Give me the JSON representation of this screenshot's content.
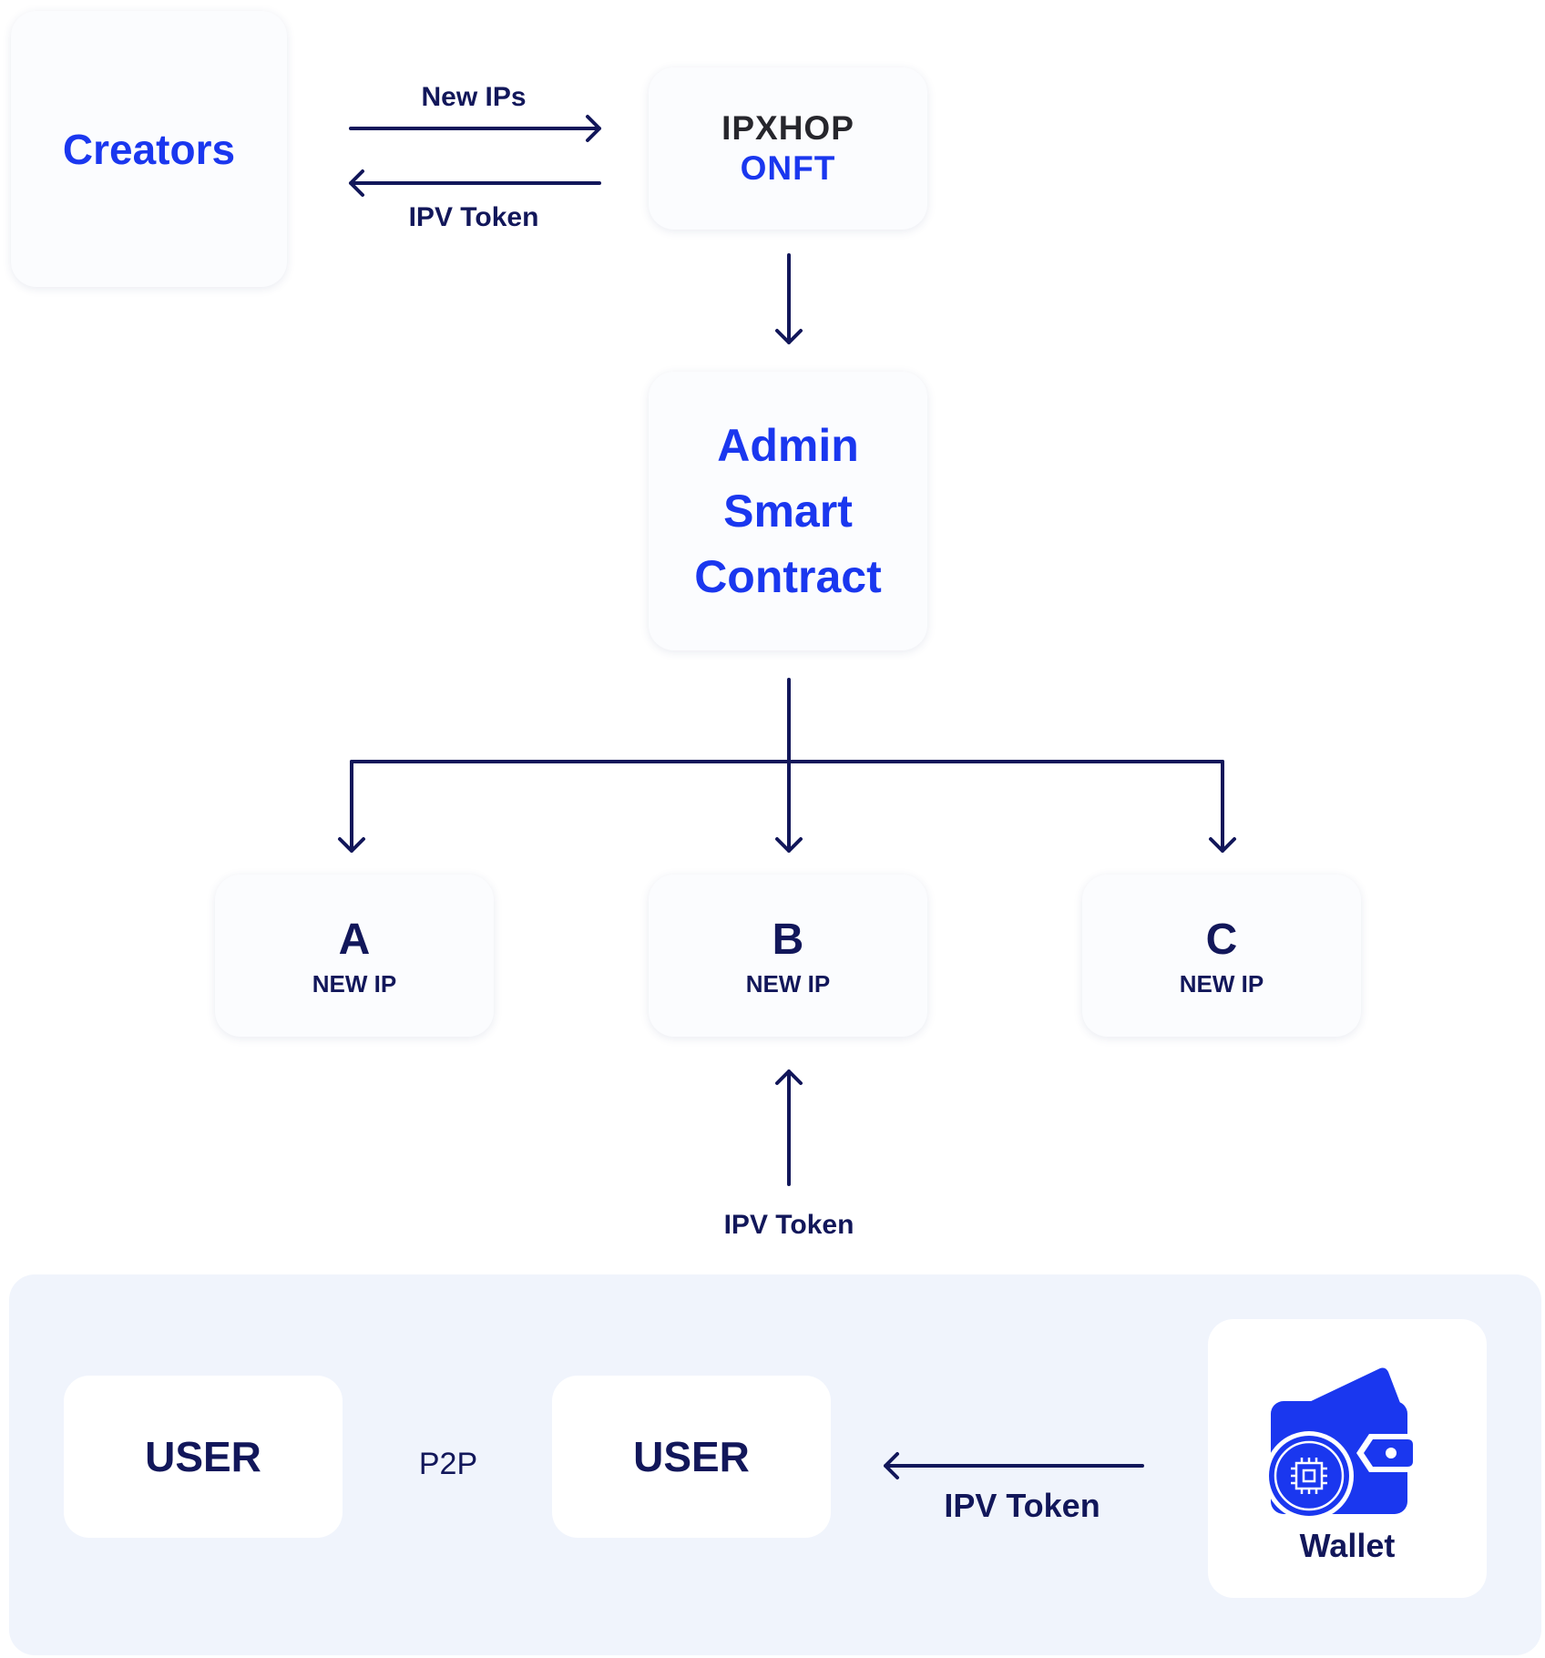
{
  "nodes": {
    "creators": "Creators",
    "ipxhop_line1": "IPXHOP",
    "ipxhop_line2": "ONFT",
    "admin_line1": "Admin",
    "admin_line2": "Smart",
    "admin_line3": "Contract",
    "ip_a_letter": "A",
    "ip_b_letter": "B",
    "ip_c_letter": "C",
    "new_ip_label": "NEW IP",
    "user_left": "USER",
    "user_right": "USER",
    "wallet": "Wallet"
  },
  "edges": {
    "new_ips": "New IPs",
    "ipv_token_top": "IPV Token",
    "ipv_token_middle": "IPV Token",
    "p2p": "P2P",
    "ipv_token_bottom": "IPV Token"
  },
  "colors": {
    "accent_blue": "#1a37ef",
    "navy": "#12175a",
    "panel_bg": "#f0f4fc"
  },
  "icons": [
    "wallet-icon",
    "chip-icon"
  ]
}
